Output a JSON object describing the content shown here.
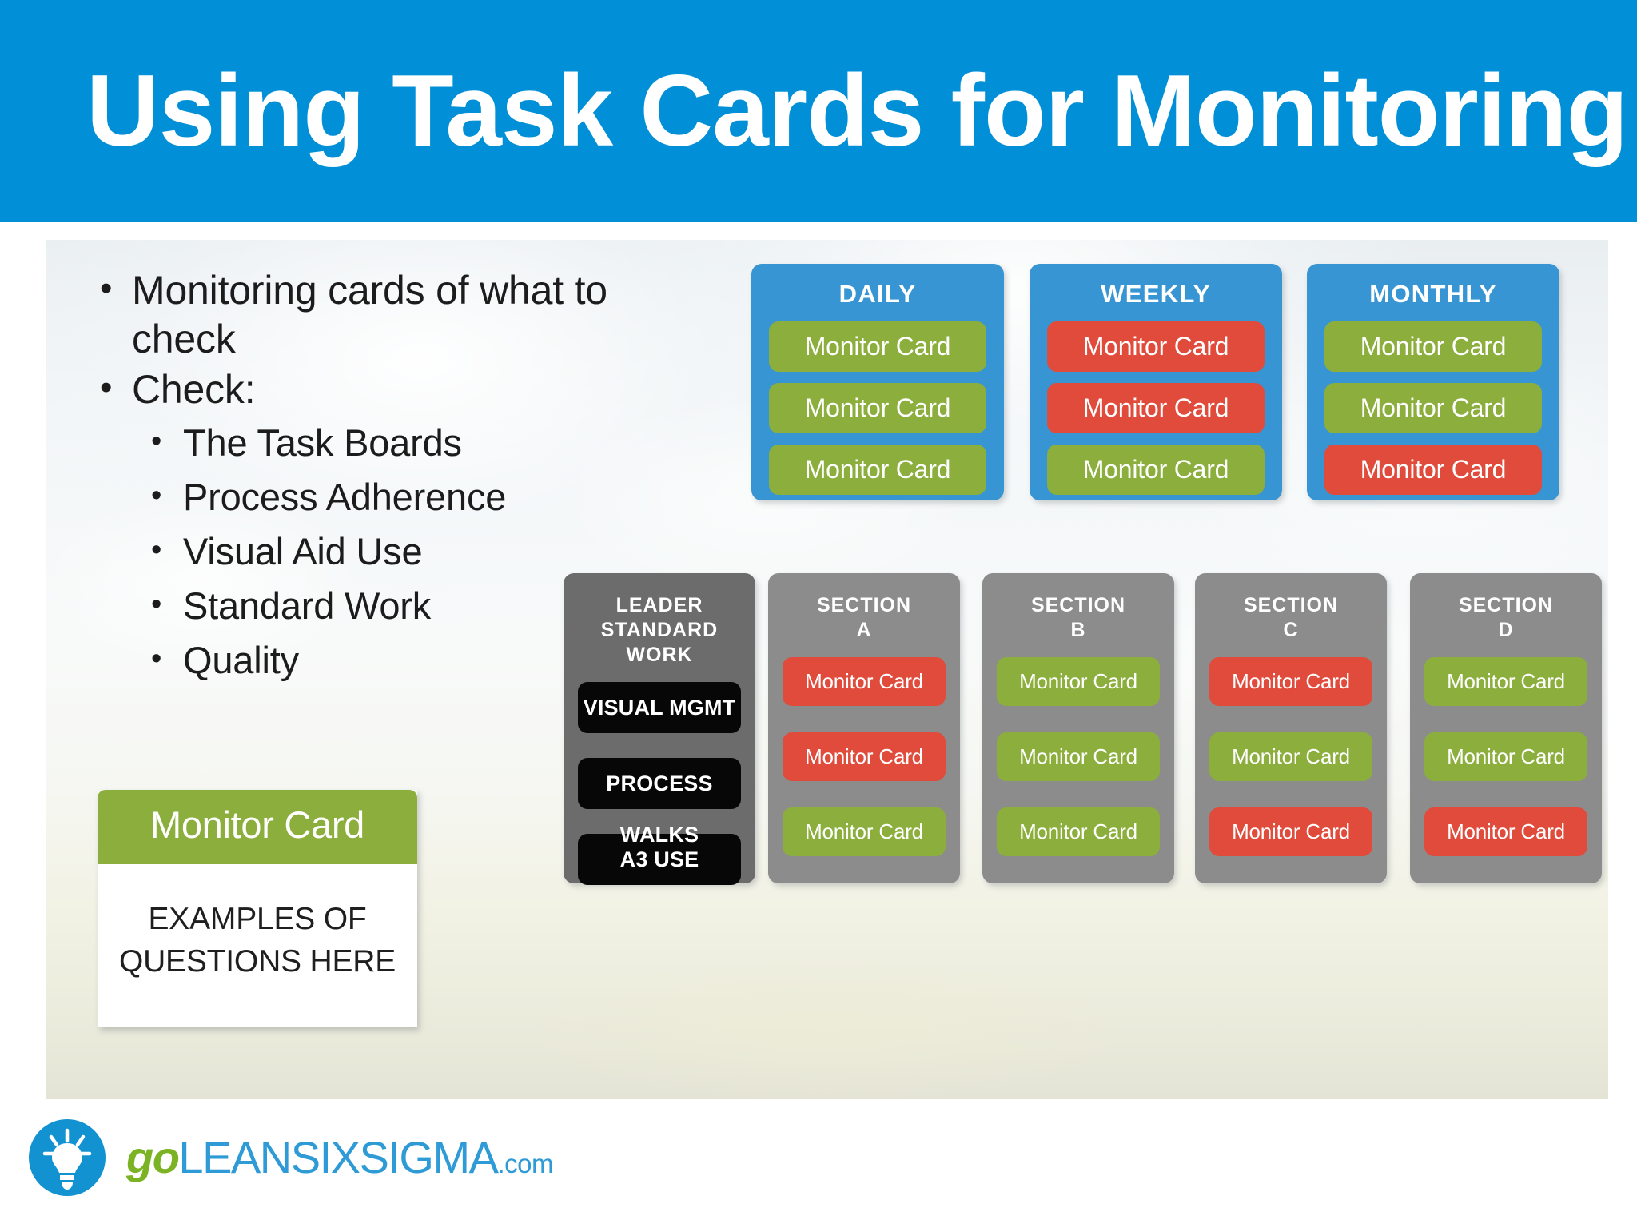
{
  "header": {
    "title": "Using Task Cards for Monitoring",
    "background_color": "#0190D7"
  },
  "bullets": {
    "level1": [
      "Monitoring cards of what to check",
      "Check:"
    ],
    "level2": [
      "The Task Boards",
      "Process Adherence",
      "Visual Aid Use",
      "Standard Work",
      "Quality"
    ]
  },
  "example_card": {
    "header": "Monitor Card",
    "body_line1": "EXAMPLES OF",
    "body_line2": "QUESTIONS HERE",
    "header_color": "#8BAE3C",
    "body_color": "#FFFFFF"
  },
  "card_label": "Monitor Card",
  "colors": {
    "green": "#8BAE3C",
    "red": "#E04B3B",
    "panel_blue": "#3795D4",
    "panel_gray": "#8C8C8C",
    "panel_dark_gray": "#6C6C6C",
    "card_black": "#070707"
  },
  "frequency_panels": [
    {
      "title": "DAILY",
      "cards": [
        {
          "label": "Monitor Card",
          "status": "green"
        },
        {
          "label": "Monitor Card",
          "status": "green"
        },
        {
          "label": "Monitor Card",
          "status": "green"
        }
      ]
    },
    {
      "title": "WEEKLY",
      "cards": [
        {
          "label": "Monitor Card",
          "status": "red"
        },
        {
          "label": "Monitor Card",
          "status": "red"
        },
        {
          "label": "Monitor Card",
          "status": "green"
        }
      ]
    },
    {
      "title": "MONTHLY",
      "cards": [
        {
          "label": "Monitor Card",
          "status": "green"
        },
        {
          "label": "Monitor Card",
          "status": "green"
        },
        {
          "label": "Monitor Card",
          "status": "red"
        }
      ]
    }
  ],
  "section_panels": [
    {
      "title_line1": "LEADER",
      "title_line2": "STANDARD WORK",
      "cards": [
        {
          "label": "VISUAL MGMT",
          "status": "black"
        },
        {
          "label": "PROCESS WALKS",
          "status": "black"
        },
        {
          "label": "A3 USE",
          "status": "black"
        }
      ]
    },
    {
      "title_line1": "SECTION",
      "title_line2": "A",
      "cards": [
        {
          "label": "Monitor Card",
          "status": "red"
        },
        {
          "label": "Monitor Card",
          "status": "red"
        },
        {
          "label": "Monitor Card",
          "status": "green"
        }
      ]
    },
    {
      "title_line1": "SECTION",
      "title_line2": "B",
      "cards": [
        {
          "label": "Monitor Card",
          "status": "green"
        },
        {
          "label": "Monitor Card",
          "status": "green"
        },
        {
          "label": "Monitor Card",
          "status": "green"
        }
      ]
    },
    {
      "title_line1": "SECTION",
      "title_line2": "C",
      "cards": [
        {
          "label": "Monitor Card",
          "status": "red"
        },
        {
          "label": "Monitor Card",
          "status": "green"
        },
        {
          "label": "Monitor Card",
          "status": "red"
        }
      ]
    },
    {
      "title_line1": "SECTION",
      "title_line2": "D",
      "cards": [
        {
          "label": "Monitor Card",
          "status": "green"
        },
        {
          "label": "Monitor Card",
          "status": "green"
        },
        {
          "label": "Monitor Card",
          "status": "red"
        }
      ]
    }
  ],
  "footer": {
    "logo_icon": "lightbulb-icon",
    "logo_go": "go",
    "logo_main": "LEANSIXSIGMA",
    "logo_dotcom": ".com"
  }
}
